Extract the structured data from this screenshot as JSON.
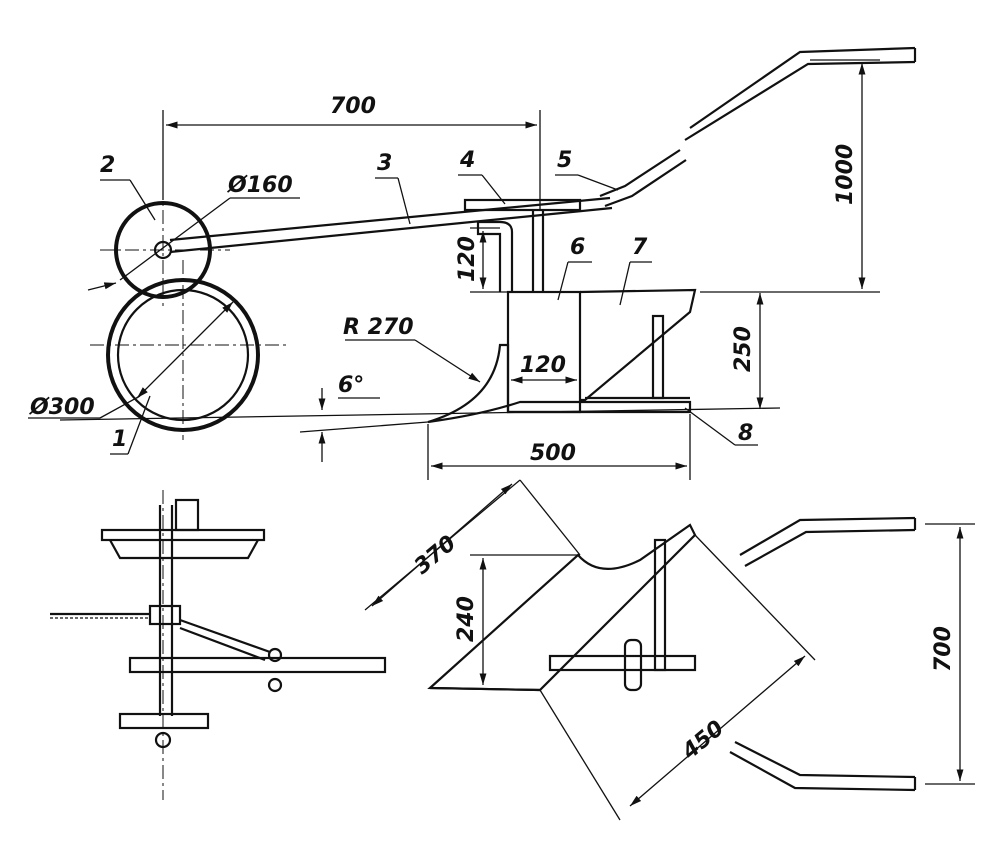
{
  "dimensions": {
    "d700_top": "700",
    "d1000": "1000",
    "d160": "Ø160",
    "d120_height": "120",
    "d300": "Ø300",
    "r270": "R 270",
    "d120_width": "120",
    "d250": "250",
    "angle6": "6°",
    "d500": "500",
    "d370": "370",
    "d240": "240",
    "d450": "450",
    "d700_side": "700"
  },
  "callouts": {
    "c1": "1",
    "c2": "2",
    "c3": "3",
    "c4": "4",
    "c5": "5",
    "c6": "6",
    "c7": "7",
    "c8": "8"
  },
  "colors": {
    "ink": "#111111",
    "paper": "#ffffff"
  }
}
